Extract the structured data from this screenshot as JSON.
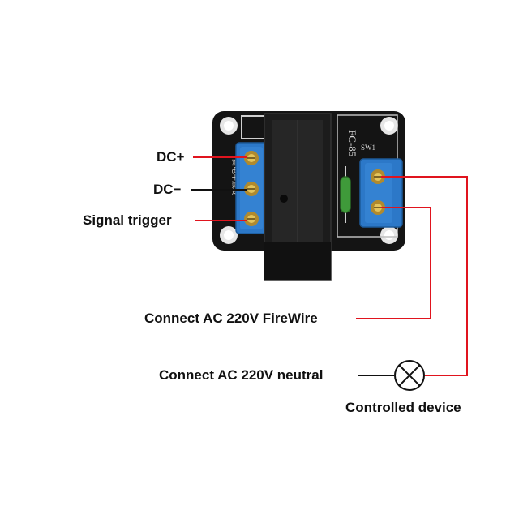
{
  "board": {
    "model_text": "FC-85",
    "switch_text": "SW1",
    "side_text": "高电平触发"
  },
  "labels": {
    "dc_plus": "DC+",
    "dc_minus": "DC−",
    "signal": "Signal trigger",
    "live": "Connect AC 220V FireWire",
    "neutral": "Connect AC 220V neutral",
    "device": "Controlled device"
  },
  "colors": {
    "wire_red": "#e0141e",
    "wire_black": "#111111",
    "board": "#141414",
    "terminal_blue": "#2c78c8",
    "relay_body": "#1c1c1c",
    "fuse_green": "#3f9a3a"
  },
  "icons": {
    "screw": "screw-terminal-icon",
    "lamp": "lamp-load-icon",
    "fuse": "fuse-icon"
  }
}
